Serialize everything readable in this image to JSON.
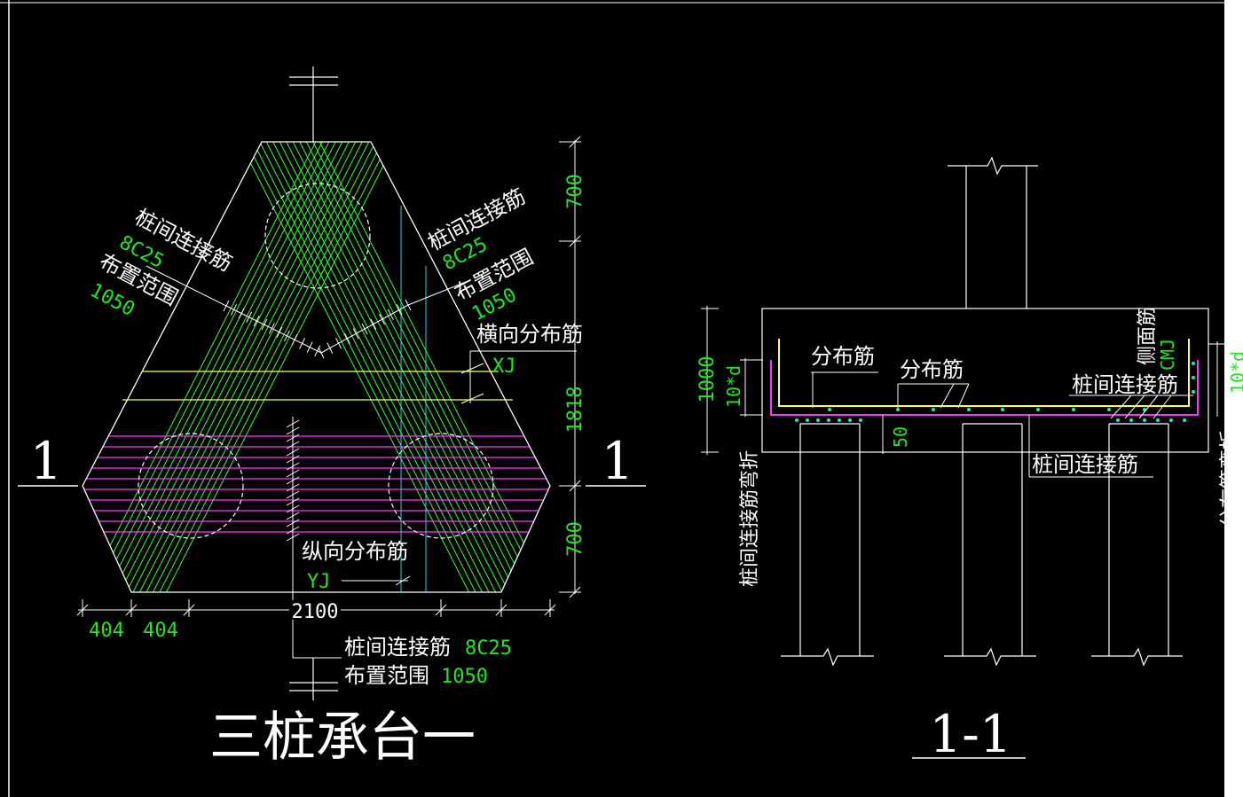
{
  "plan": {
    "title": "三桩承台一",
    "section_mark_left": "1",
    "section_mark_right": "1",
    "label_tl_name": "桩间连接筋",
    "label_tl_spec": "8C25",
    "label_tl_range": "布置范围",
    "label_tl_range_val": "1050",
    "label_tr_name": "桩间连接筋",
    "label_tr_spec": "8C25",
    "label_tr_range": "布置范围",
    "label_tr_range_val": "1050",
    "label_transverse": "横向分布筋",
    "label_xj": "XJ",
    "label_longitudinal": "纵向分布筋",
    "label_yj": "YJ",
    "label_bottom_name": "桩间连接筋",
    "label_bottom_spec": "8C25",
    "label_bottom_range": "布置范围",
    "label_bottom_range_val": "1050",
    "dim_right_top": "700",
    "dim_right_mid": "1818",
    "dim_right_bottom": "700",
    "dim_bottom_1": "404",
    "dim_bottom_2": "404",
    "dim_bottom_total": "2100"
  },
  "section": {
    "title": "1-1",
    "label_dist1": "分布筋",
    "label_dist2": "分布筋",
    "label_side": "侧面筋",
    "label_cmj": "CMJ",
    "label_link_right": "桩间连接筋",
    "label_link_bottom": "桩间连接筋",
    "label_link_bend": "桩间连接筋弯折",
    "label_dist_bend": "分布筋弯折",
    "dim_height": "1000",
    "dim_10d_left": "10*d",
    "dim_10d_right": "10*d",
    "dim_50": "50"
  },
  "colors": {
    "background": "#000000",
    "line": "#ffffff",
    "rebar_green": "#33ff33",
    "rebar_magenta": "#ff33ff",
    "rebar_yellow": "#ffff55",
    "text_green": "#22e622",
    "cyan": "#33ccdd"
  }
}
